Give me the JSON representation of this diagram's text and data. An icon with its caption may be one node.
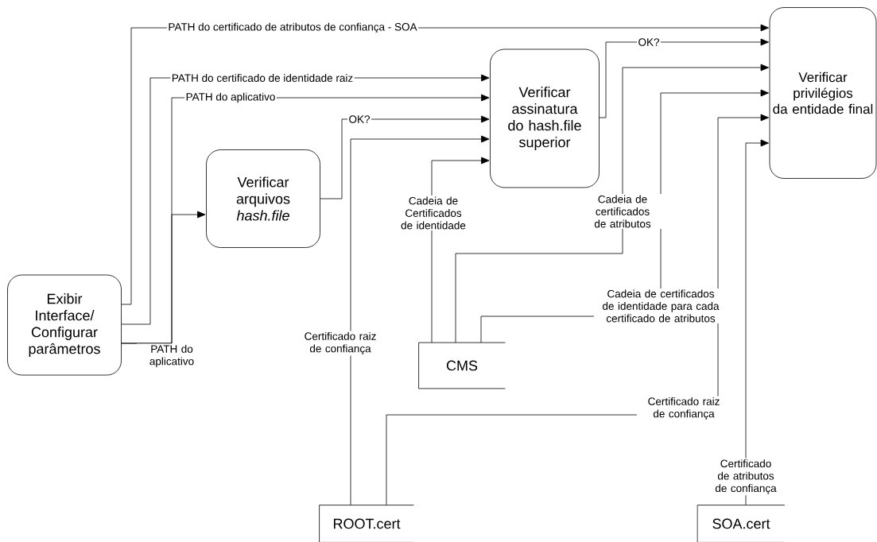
{
  "diagram": {
    "nodes": [
      {
        "text": [
          "Exibir Interface/ Configurar parâmetros"
        ]
      },
      {
        "text": [
          "Verificar arquivos *hash.file*"
        ]
      },
      {
        "text": [
          "Verificar assinatura do hash.file superior"
        ]
      },
      {
        "text": [
          "Verificar privilégios da entidade final"
        ]
      },
      {
        "text": [
          "CMS"
        ]
      },
      {
        "text": [
          "ROOT.cert"
        ]
      },
      {
        "text": [
          "SOA.cert"
        ]
      }
    ],
    "edges": [
      {
        "from": 0,
        "to": 3,
        "arrow": "to",
        "label": "PATH do certificado de atributos de confiança - SOA"
      },
      {
        "from": 0,
        "to": 2,
        "arrow": "to",
        "label": "PATH do certificado de identidade raiz"
      },
      {
        "from": 0,
        "to": 2,
        "arrow": "to",
        "label": "PATH do aplicativo"
      },
      {
        "from": 0,
        "to": 1,
        "arrow": "to",
        "label": "PATH do aplicativo"
      },
      {
        "from": 1,
        "to": 2,
        "arrow": "to",
        "label": "OK?"
      },
      {
        "from": 5,
        "to": 2,
        "arrow": "to",
        "label": "Certificado raiz de confiança"
      },
      {
        "from": 4,
        "to": 2,
        "arrow": "to",
        "label": "Cadeia de Certificados de identidade"
      },
      {
        "from": 2,
        "to": 3,
        "arrow": "to",
        "label": "OK?"
      },
      {
        "from": 4,
        "to": 3,
        "arrow": "to",
        "label": "Cadeia de certificados de atributos"
      },
      {
        "from": 4,
        "to": 3,
        "arrow": "to",
        "label": "Cadeia de certificados de identidade para cada certificado de atributos"
      },
      {
        "from": 5,
        "to": 3,
        "arrow": "to",
        "label": "Certificado raiz de confiança"
      },
      {
        "from": 6,
        "to": 3,
        "arrow": "to",
        "label": "Certificado de atributos de confiança"
      }
    ]
  }
}
